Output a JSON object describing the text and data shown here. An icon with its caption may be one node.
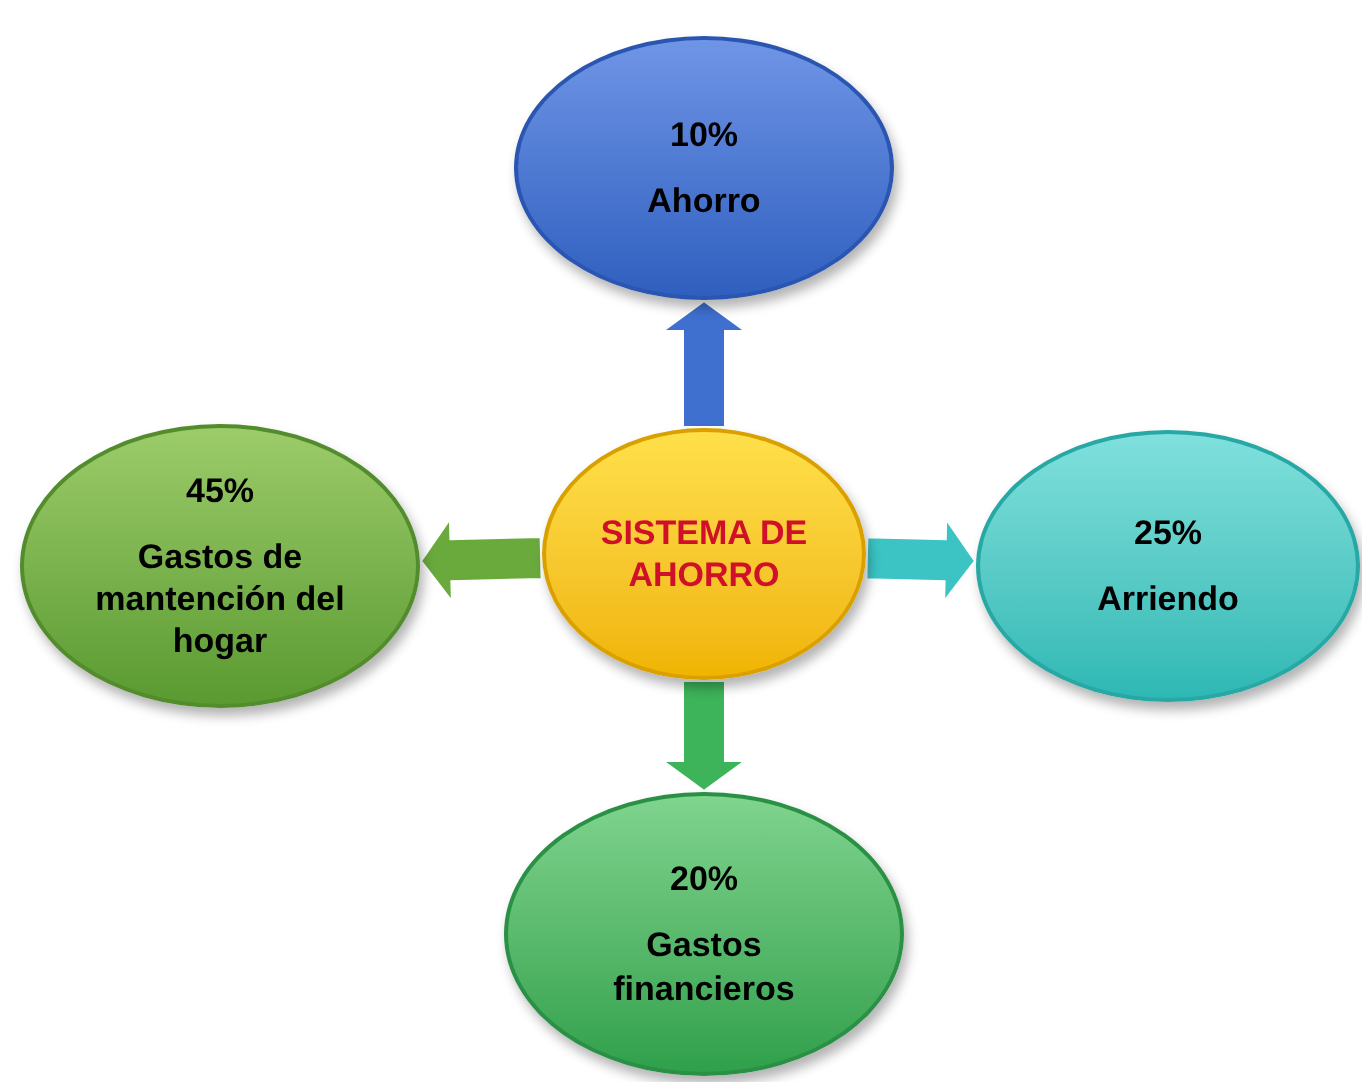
{
  "diagram": {
    "nodes": [
      {
        "text": [
          "SISTEMA DE AHORRO"
        ]
      },
      {
        "text": [
          "10%",
          "Ahorro"
        ]
      },
      {
        "text": [
          "25%",
          "Arriendo"
        ]
      },
      {
        "text": [
          "20%",
          "Gastos financieros"
        ]
      },
      {
        "text": [
          "45%",
          "Gastos de mantención del hogar"
        ]
      }
    ],
    "edges": [
      {
        "from": 0,
        "to": 1,
        "arrow": "to",
        "style": "thick",
        "color": "#3f6fcf"
      },
      {
        "from": 0,
        "to": 2,
        "arrow": "to",
        "style": "thick",
        "color": "#3cc4c4"
      },
      {
        "from": 0,
        "to": 3,
        "arrow": "to",
        "style": "thick",
        "color": "#3db35a"
      },
      {
        "from": 0,
        "to": 4,
        "arrow": "to",
        "style": "thick",
        "color": "#6aaa3c"
      }
    ]
  }
}
